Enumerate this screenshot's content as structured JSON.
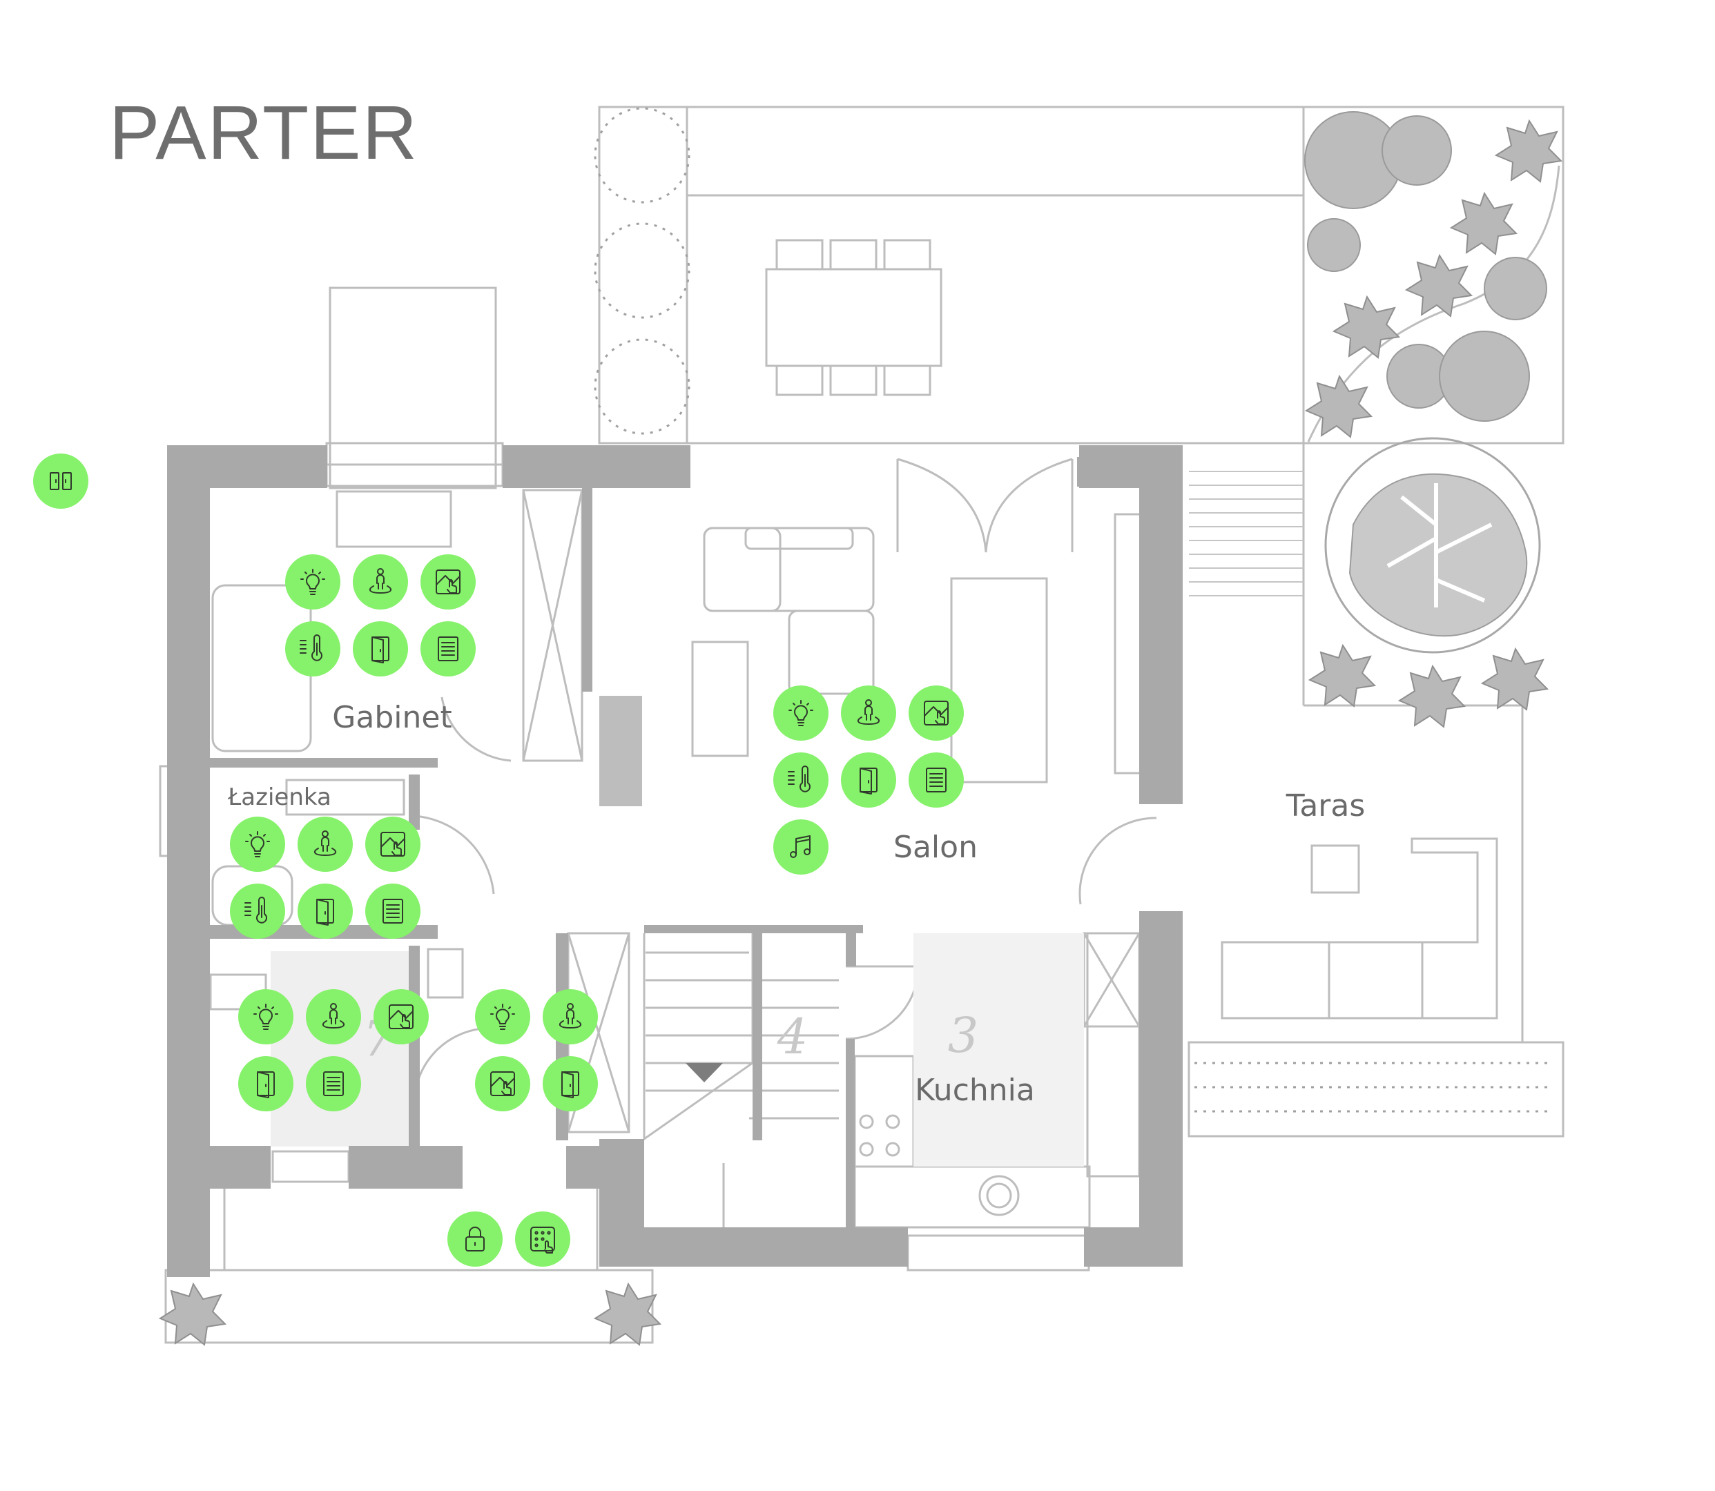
{
  "title": "PARTER",
  "rooms": [
    {
      "id": "gabinet",
      "label": "Gabinet",
      "number": ""
    },
    {
      "id": "lazienka",
      "label": "Łazienka",
      "number": ""
    },
    {
      "id": "salon",
      "label": "Salon",
      "number": ""
    },
    {
      "id": "kuchnia",
      "label": "Kuchnia",
      "number": "3"
    },
    {
      "id": "schody",
      "label": "",
      "number": "4"
    },
    {
      "id": "pralnia",
      "label": "",
      "number": "7"
    },
    {
      "id": "taras",
      "label": "Taras",
      "number": ""
    }
  ],
  "device_groups": [
    {
      "room": "outside",
      "devices": [
        "gate"
      ]
    },
    {
      "room": "gabinet",
      "devices": [
        "light",
        "presence",
        "blinds",
        "temperature",
        "door",
        "scenario"
      ]
    },
    {
      "room": "salon",
      "devices": [
        "light",
        "presence",
        "blinds",
        "temperature",
        "door",
        "scenario",
        "music"
      ]
    },
    {
      "room": "lazienka",
      "devices": [
        "light",
        "presence",
        "blinds",
        "temperature",
        "door",
        "scenario"
      ]
    },
    {
      "room": "pralnia",
      "devices": [
        "light",
        "presence",
        "blinds",
        "door",
        "scenario"
      ]
    },
    {
      "room": "korytarz",
      "devices": [
        "light",
        "presence",
        "blinds",
        "door"
      ]
    },
    {
      "room": "wejscie",
      "devices": [
        "lock",
        "keypad"
      ]
    }
  ],
  "colors": {
    "device_badge": "#86f16a",
    "icon_stroke": "#2f3a2c",
    "wall": "#a9a9a9",
    "line": "#bdbdbd",
    "label": "#6a6a6a",
    "plant": "#a6a6a6"
  },
  "icons": {
    "gate": "gate-icon",
    "light": "light-bulb-icon",
    "presence": "presence-sensor-icon",
    "blinds": "blinds-icon",
    "temperature": "thermometer-icon",
    "door": "door-icon",
    "scenario": "scenario-list-icon",
    "music": "music-note-icon",
    "lock": "padlock-icon",
    "keypad": "keypad-icon"
  }
}
